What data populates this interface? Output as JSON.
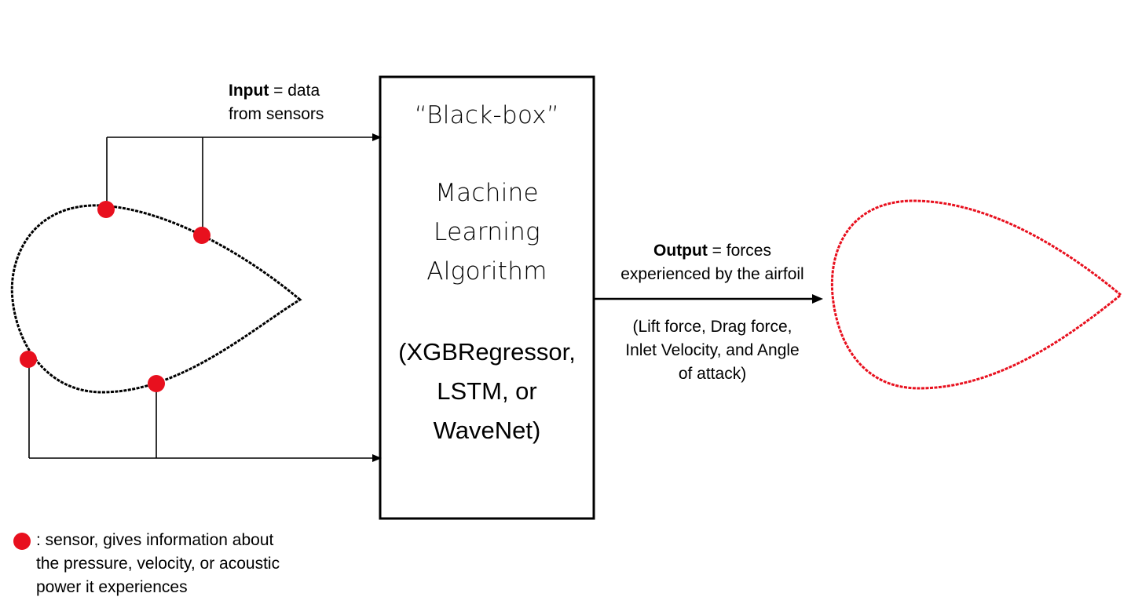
{
  "input_label": {
    "bold": "Input",
    "rest": " = data",
    "line2": "from sensors"
  },
  "box": {
    "quote": "“Black-box”",
    "title_lines": [
      "Machine",
      "Learning",
      "Algorithm"
    ],
    "models_lines": [
      "(XGBRegressor,",
      "LSTM, or",
      "WaveNet)"
    ]
  },
  "output_label": {
    "bold": "Output",
    "rest": " = forces",
    "line2": "experienced by the airfoil"
  },
  "output_list_lines": [
    "(Lift force, Drag force,",
    "Inlet Velocity, and Angle",
    "of attack)"
  ],
  "legend": {
    "symbol": "sensor-dot",
    "lines": [
      ": sensor, gives information about",
      "the pressure, velocity, or acoustic",
      "power it experiences"
    ]
  },
  "colors": {
    "sensor": "#e8101e",
    "output_airfoil": "#e8101e",
    "lines": "#000000"
  }
}
